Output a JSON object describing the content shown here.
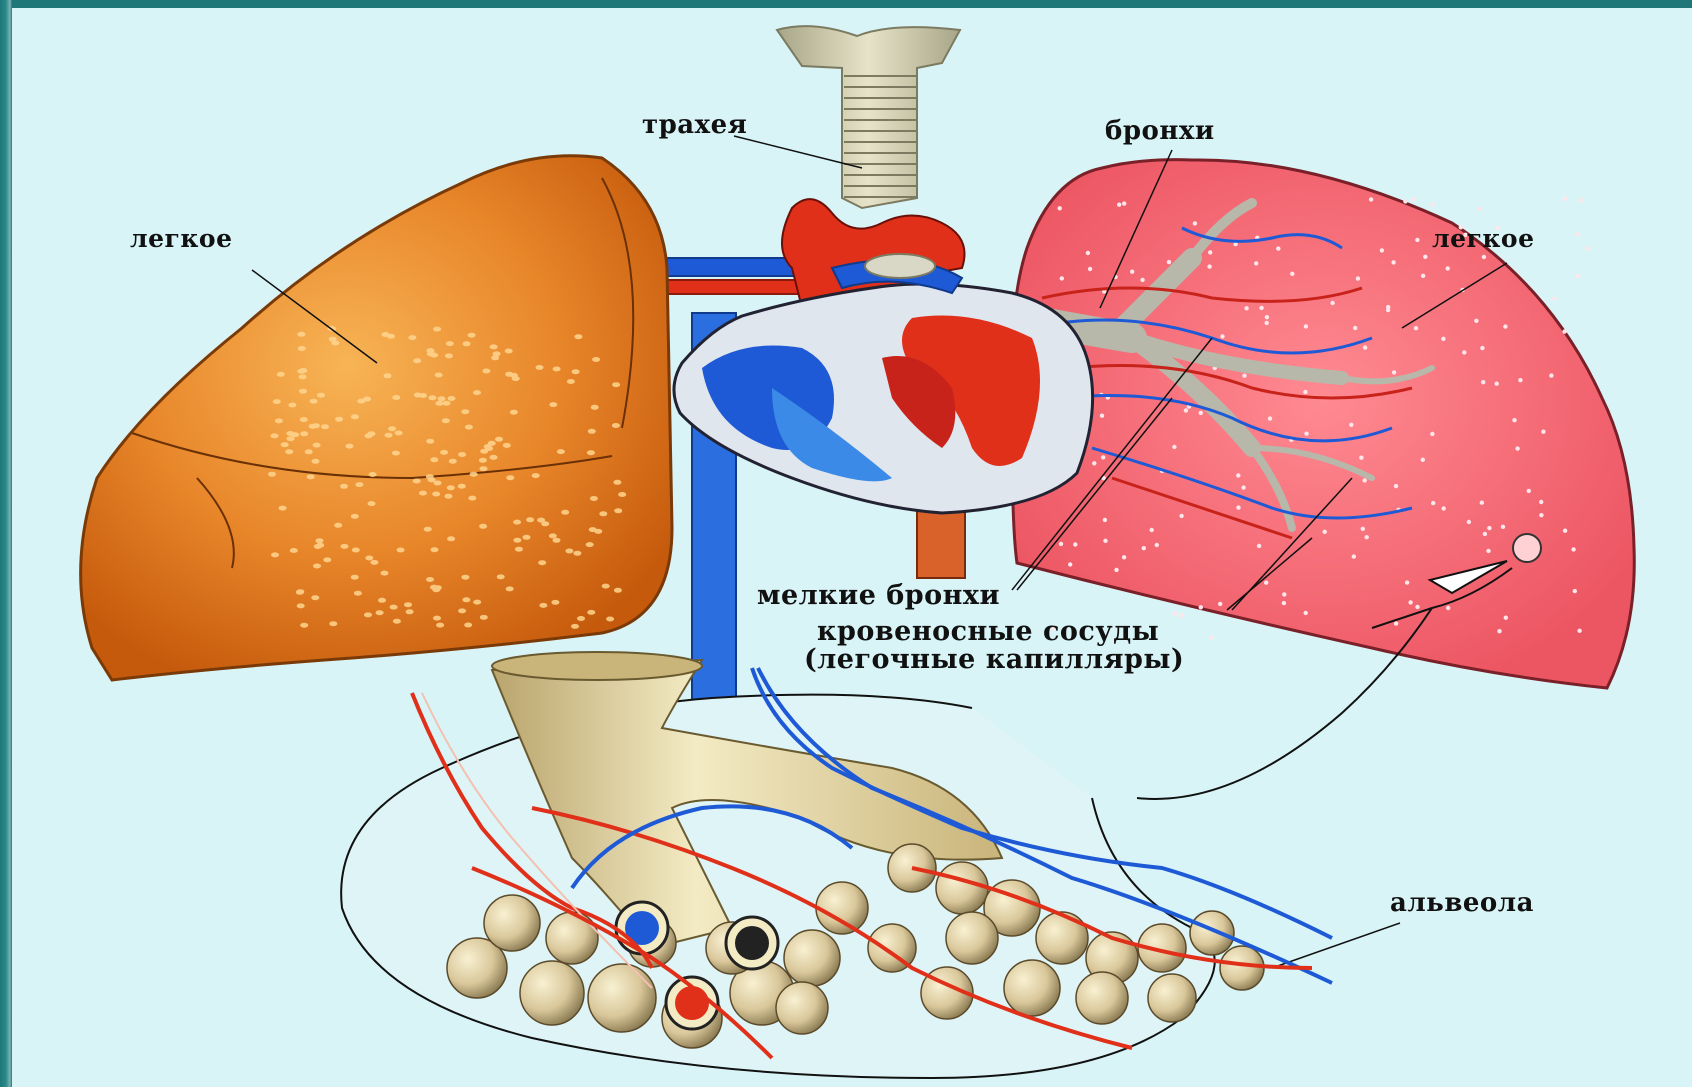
{
  "labels": {
    "trachea": "трахея",
    "bronchi": "бронхи",
    "lung_left": "легкое",
    "lung_right": "легкое",
    "small_bronchi": "мелкие бронхи",
    "vessels_line1": "кровеносные сосуды",
    "vessels_line2": "(легочные капилляры)",
    "alveolus": "альвеола"
  },
  "colors": {
    "frame": "#1f7778",
    "background": "#d8f4f7",
    "lung_orange": "#e07a1a",
    "lung_pink": "#f26672",
    "artery_red": "#e0301a",
    "vein_blue": "#1f5ad6",
    "bronchus_beige": "#e8dcaa"
  }
}
